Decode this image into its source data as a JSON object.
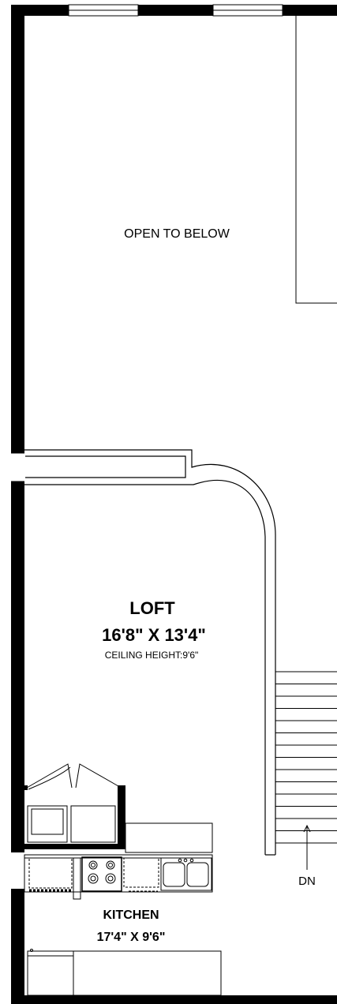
{
  "labels": {
    "open_to_below": "OPEN TO BELOW",
    "loft_name": "LOFT",
    "loft_dimensions": "16'8\" X 13'4\"",
    "loft_ceiling": "CEILING HEIGHT:9'6\"",
    "kitchen_name": "KITCHEN",
    "kitchen_dimensions": "17'4\" X 9'6\"",
    "stairs_direction": "DN"
  },
  "style": {
    "wall_color": "#000000",
    "line_color": "#000000",
    "background": "#ffffff"
  },
  "stairs": {
    "tread_count": 15
  }
}
